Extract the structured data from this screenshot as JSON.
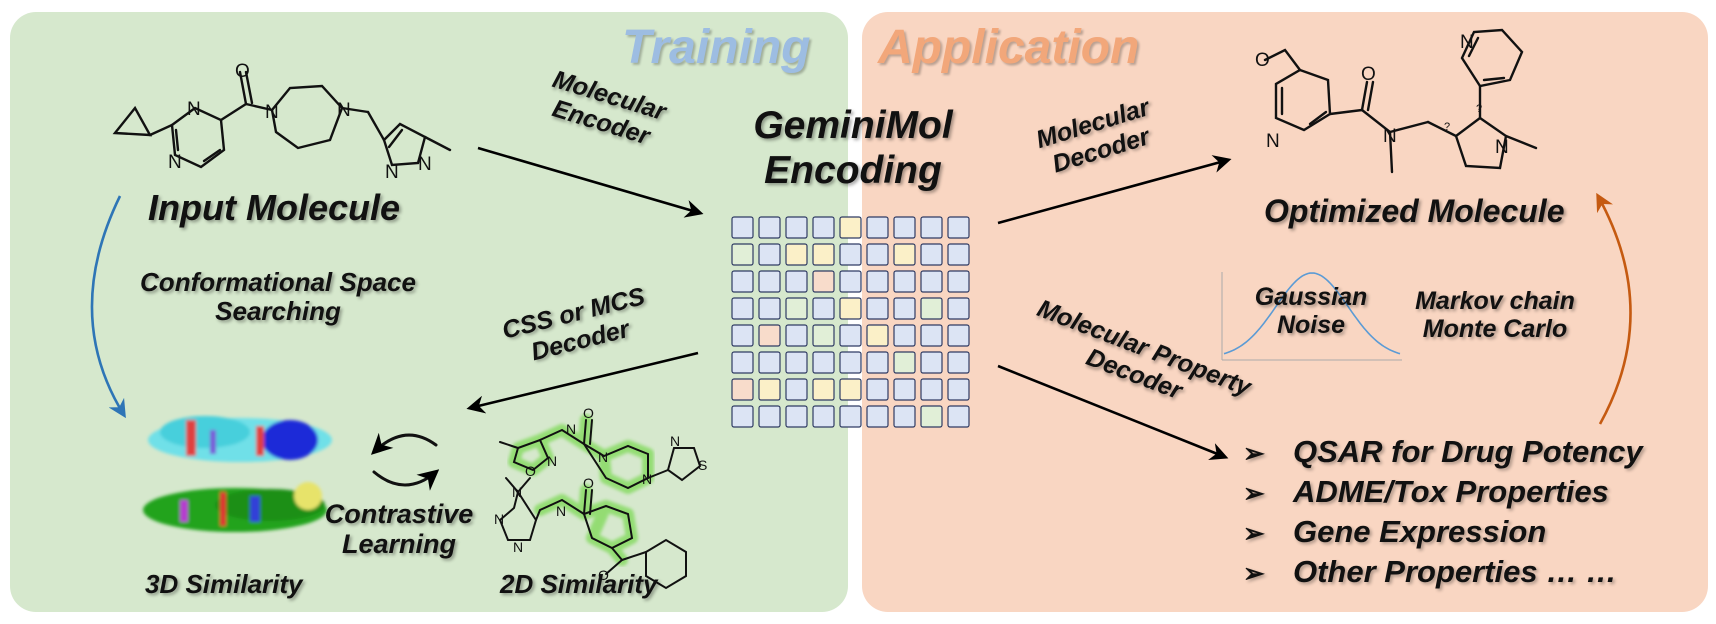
{
  "colors": {
    "training_bg": "#d6e8cd",
    "application_bg": "#f9d6c2",
    "training_title": "#9dbde2",
    "application_title": "#f2a77a",
    "grid_cell_default": "#dce4f4",
    "grid_cell_yellow": "#fbf0c8",
    "grid_cell_green": "#e1efd7",
    "grid_cell_pink": "#f8dccb",
    "left_curve": "#2e75b6",
    "right_curve": "#c55a11",
    "gaussian_line": "#5b9bd5"
  },
  "panels": {
    "training_title": "Training",
    "application_title": "Application"
  },
  "labels": {
    "input_molecule": "Input Molecule",
    "conformational_search": [
      "Conformational Space",
      "Searching"
    ],
    "molecular_encoder": [
      "Molecular",
      "Encoder"
    ],
    "geminimol_encoding": [
      "GeminiMol",
      "Encoding"
    ],
    "css_mcs_decoder": [
      "CSS or MCS",
      "Decoder"
    ],
    "contrastive_learning": [
      "Contrastive",
      "Learning"
    ],
    "similarity_3d": "3D Similarity",
    "similarity_2d": "2D Similarity",
    "molecular_decoder": [
      "Molecular",
      "Decoder"
    ],
    "optimized_molecule": "Optimized Molecule",
    "gaussian_noise": [
      "Gaussian",
      "Noise"
    ],
    "mcmc": [
      "Markov chain",
      "Monte Carlo"
    ],
    "property_decoder": [
      "Molecular Property",
      "Decoder"
    ]
  },
  "applications": [
    "QSAR for Drug Potency",
    "ADME/Tox Properties",
    "Gene Expression",
    "Other Properties … …"
  ],
  "icons": {
    "bullet": "arrowhead-bullet-icon",
    "cycle": "cycle-arrows-icon"
  },
  "molecule_atoms": {
    "input": [
      "O",
      "N",
      "N",
      "N",
      "N",
      "N",
      "N"
    ],
    "optimized": [
      "O",
      "O",
      "N",
      "N",
      "N",
      "N",
      "?",
      "?"
    ],
    "similarity_2d": [
      "O",
      "N",
      "N",
      "O",
      "N",
      "N",
      "S",
      "N",
      "N",
      "N",
      "N",
      "N",
      "O",
      "O"
    ]
  },
  "encoding_grid": [
    [
      "b",
      "b",
      "b",
      "b",
      "y",
      "b",
      "b",
      "b",
      "b"
    ],
    [
      "g",
      "b",
      "y",
      "y",
      "b",
      "b",
      "y",
      "b",
      "b"
    ],
    [
      "b",
      "b",
      "b",
      "p",
      "b",
      "b",
      "b",
      "b",
      "b"
    ],
    [
      "b",
      "b",
      "g",
      "b",
      "y",
      "b",
      "b",
      "g",
      "b"
    ],
    [
      "b",
      "p",
      "b",
      "g",
      "b",
      "y",
      "b",
      "b",
      "b"
    ],
    [
      "b",
      "b",
      "b",
      "b",
      "b",
      "b",
      "g",
      "b",
      "b"
    ],
    [
      "p",
      "y",
      "b",
      "y",
      "y",
      "b",
      "b",
      "b",
      "b"
    ],
    [
      "b",
      "b",
      "b",
      "b",
      "b",
      "b",
      "b",
      "g",
      "b"
    ]
  ]
}
